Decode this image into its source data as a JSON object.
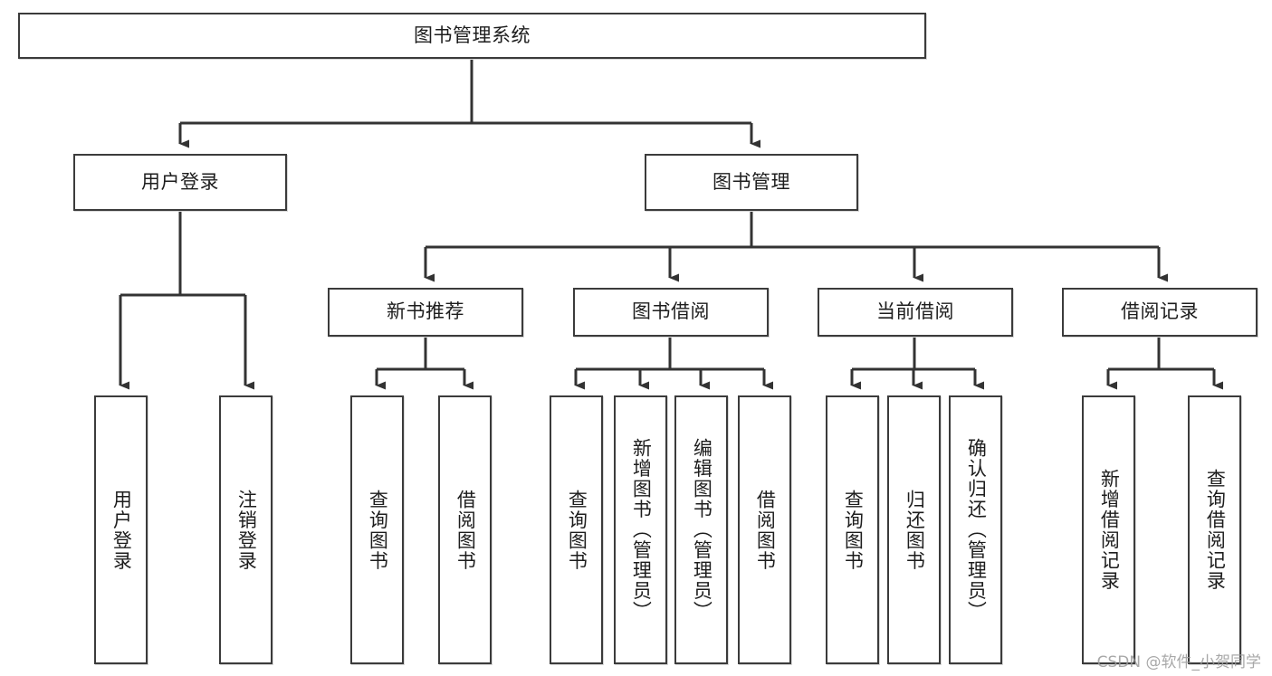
{
  "diagram": {
    "type": "tree-hierarchy",
    "title": "图书管理系统",
    "orientation": "top-down",
    "colors": {
      "box_border": "#3b3b3b",
      "box_fill": "#ffffff",
      "connector": "#333333",
      "text": "#1d1d1d",
      "watermark": "#9a9a9a",
      "background": "#ffffff"
    },
    "root": {
      "label": "图书管理系统"
    },
    "level2": [
      {
        "label": "用户登录"
      },
      {
        "label": "图书管理"
      }
    ],
    "level3": [
      {
        "label": "新书推荐"
      },
      {
        "label": "图书借阅"
      },
      {
        "label": "当前借阅"
      },
      {
        "label": "借阅记录"
      }
    ],
    "leaves": {
      "user_login": [
        {
          "label": "用户登录"
        },
        {
          "label": "注销登录"
        }
      ],
      "new_book_recommend": [
        {
          "label": "查询图书"
        },
        {
          "label": "借阅图书"
        }
      ],
      "book_borrow": [
        {
          "label": "查询图书"
        },
        {
          "label": "新增图书（管理员）"
        },
        {
          "label": "编辑图书（管理员）"
        },
        {
          "label": "借阅图书"
        }
      ],
      "current_borrow": [
        {
          "label": "查询图书"
        },
        {
          "label": "归还图书"
        },
        {
          "label": "确认归还（管理员）"
        }
      ],
      "borrow_record": [
        {
          "label": "新增借阅记录"
        },
        {
          "label": "查询借阅记录"
        }
      ]
    }
  },
  "watermark": {
    "text": "CSDN @软件_小贺同学"
  }
}
